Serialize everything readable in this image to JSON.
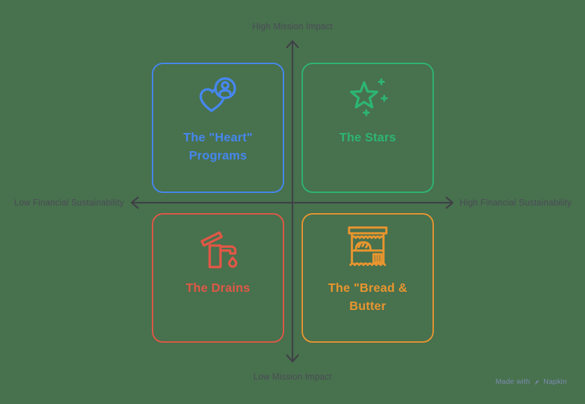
{
  "colors": {
    "background": "#48714E",
    "axis": "#3F4147",
    "axis_label": "#4B4C57",
    "blue": "#4687EF",
    "green": "#2DB573",
    "red": "#E15746",
    "orange": "#E8952F",
    "watermark": "#7C8CB0"
  },
  "axes": {
    "top_label": "High Mission Impact",
    "bottom_label": "Low Mission Impact",
    "left_label": "Low Financial Sustainability",
    "right_label": "High Financial Sustainability"
  },
  "quadrants": {
    "top_left": {
      "line1": "The \"Heart\"",
      "line2": "Programs",
      "icon": "heart-user-icon",
      "color": "#4687EF"
    },
    "top_right": {
      "line1": "The Stars",
      "line2": "",
      "icon": "star-sparkles-icon",
      "color": "#2DB573"
    },
    "bottom_left": {
      "line1": "The Drains",
      "line2": "",
      "icon": "faucet-drip-icon",
      "color": "#E15746"
    },
    "bottom_right": {
      "line1": "The \"Bread &",
      "line2": "Butter",
      "icon": "bakery-stand-icon",
      "color": "#E8952F"
    }
  },
  "watermark": {
    "prefix": "Made with",
    "brand": "Napkin"
  }
}
